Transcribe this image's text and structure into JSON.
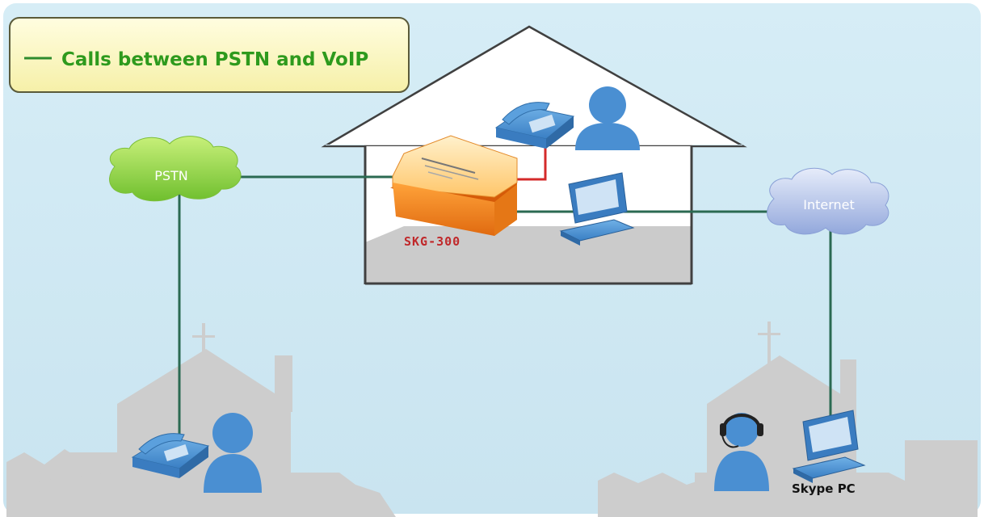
{
  "legend": {
    "text": "Calls between PSTN and VoIP",
    "line_color": "#2e8b2e"
  },
  "nodes": {
    "pstn": {
      "label": "PSTN",
      "icon": "green-cloud-icon"
    },
    "internet": {
      "label": "Internet",
      "icon": "blue-cloud-icon"
    },
    "gateway": {
      "label": "SKG-300",
      "icon": "voip-gateway-icon"
    },
    "skype_pc": {
      "label": "Skype PC",
      "icon": "computer-icon"
    }
  },
  "colors": {
    "sky": "#cfe8f2",
    "link": "#2b6a52",
    "phone_link": "#d42a2a",
    "icon_blue": "#4a90d0",
    "gateway_orange": "#f08a1c",
    "pstn_cloud": "#8fd14a",
    "internet_cloud": "#b9c9ea",
    "silhouette": "#cfcfcf"
  }
}
